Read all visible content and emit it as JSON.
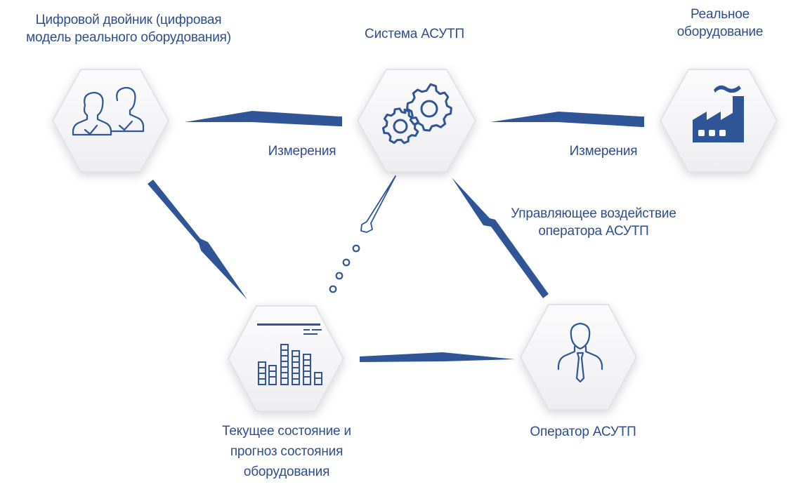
{
  "nodes": {
    "digital_twin": {
      "title_line1": "Цифровой двойник (цифровая",
      "title_line2": "модель реального оборудования)",
      "icon": "users-check-icon"
    },
    "apcs_system": {
      "title": "Система АСУТП",
      "icon": "gears-icon"
    },
    "real_equipment": {
      "title_line1": "Реальное",
      "title_line2": "оборудование",
      "icon": "factory-icon"
    },
    "current_state": {
      "title_line1": "Текущее состояние и",
      "title_line2": "прогноз состояния",
      "title_line3": "оборудования",
      "icon": "bar-chart-icon"
    },
    "operator": {
      "title": "Оператор АСУТП",
      "icon": "operator-icon"
    }
  },
  "edges": {
    "measurements_left": {
      "label": "Измерения"
    },
    "measurements_right": {
      "label": "Измерения"
    },
    "operator_control": {
      "label_line1": "Управляющее воздействие",
      "label_line2": "оператора АСУТП"
    }
  },
  "colors": {
    "accent": "#2f5597",
    "text": "#2d4d8f",
    "hex_fill": "#f6f6f8",
    "hex_stroke": "#e4e4e8"
  }
}
